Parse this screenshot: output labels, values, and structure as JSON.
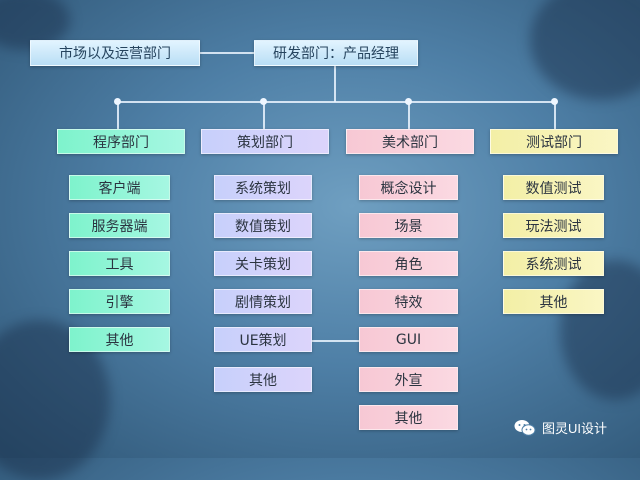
{
  "top": {
    "marketing": "市场以及运营部门",
    "rnd": "研发部门：产品经理"
  },
  "departments": [
    {
      "name": "程序部门",
      "items": [
        "客户端",
        "服务器端",
        "工具",
        "引擎",
        "其他"
      ]
    },
    {
      "name": "策划部门",
      "items": [
        "系统策划",
        "数值策划",
        "关卡策划",
        "剧情策划",
        "UE策划",
        "其他"
      ]
    },
    {
      "name": "美术部门",
      "items": [
        "概念设计",
        "场景",
        "角色",
        "特效",
        "GUI",
        "外宣",
        "其他"
      ]
    },
    {
      "name": "测试部门",
      "items": [
        "数值测试",
        "玩法测试",
        "系统测试",
        "其他"
      ]
    }
  ],
  "watermark": "图灵UI设计",
  "colors": {
    "program": "#7ef3cc",
    "plan": "#c7d0fb",
    "art": "#f7c8d4",
    "test": "#f3efa6"
  }
}
